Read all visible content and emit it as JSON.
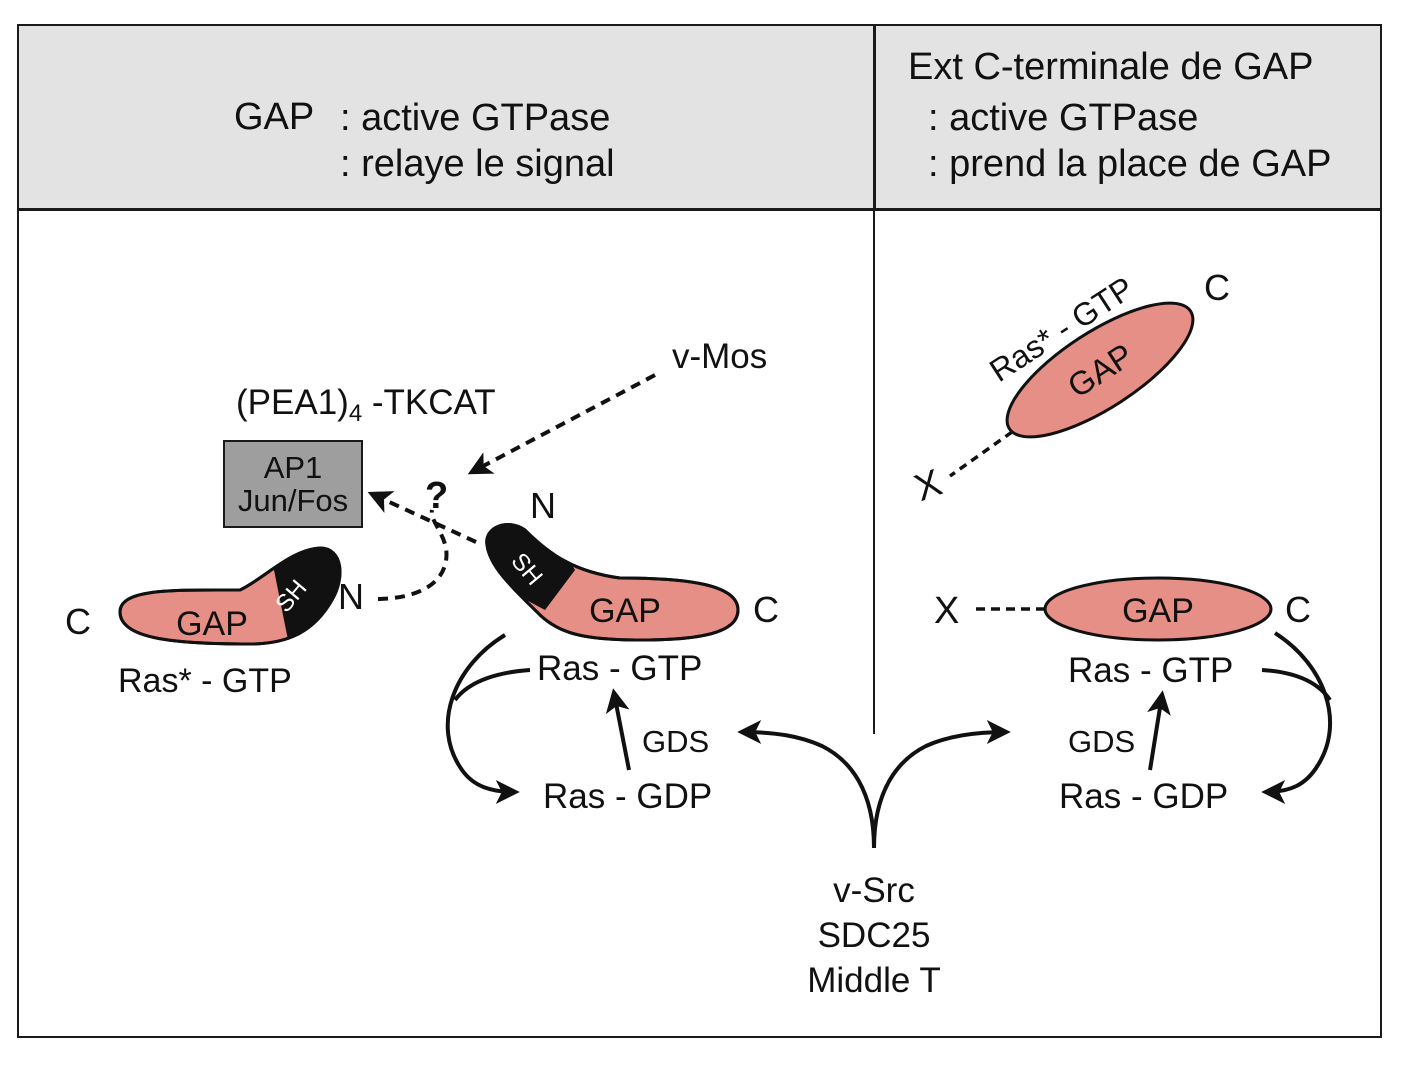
{
  "header": {
    "left": {
      "gap": "GAP",
      "line1": ": active GTPase",
      "line2": ": relaye le signal"
    },
    "right": {
      "title": "Ext C-terminale de GAP",
      "line1": ": active GTPase",
      "line2": ": prend la place de GAP"
    }
  },
  "left_panel": {
    "reporter": "(PEA1)",
    "reporter_sub": "4",
    "reporter_suffix": " -TKCAT",
    "ap1_line1": "AP1",
    "ap1_line2": "Jun/Fos",
    "question": "?",
    "v_mos": "v-Mos",
    "gap_bound": {
      "gap": "GAP",
      "sh": "SH",
      "n": "N",
      "c": "C",
      "label": "Ras* - GTP"
    },
    "gap_center": {
      "gap": "GAP",
      "sh": "SH",
      "n": "N",
      "c": "C"
    },
    "ras_gtp": "Ras - GTP",
    "gds": "GDS",
    "ras_gdp": "Ras - GDP"
  },
  "right_panel": {
    "gap_top": {
      "gap": "GAP",
      "label": "Ras* - GTP",
      "c": "C",
      "x": "X"
    },
    "gap_bottom": {
      "gap": "GAP",
      "c": "C",
      "x": "X"
    },
    "ras_gtp": "Ras - GTP",
    "gds": "GDS",
    "ras_gdp": "Ras - GDP"
  },
  "activators": {
    "line1": "v-Src",
    "line2": "SDC25",
    "line3": "Middle T"
  },
  "colors": {
    "gap_fill": "#e58f86",
    "sh_fill": "#111111",
    "header_bg": "#e3e3e3",
    "box_fill": "#9e9e9e"
  }
}
